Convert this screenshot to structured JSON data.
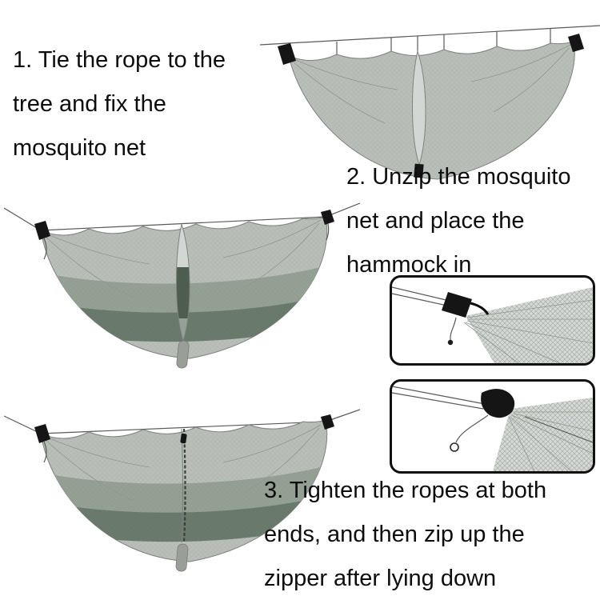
{
  "steps": {
    "step1": {
      "lines": [
        "1. Tie the rope to the",
        "tree and fix the",
        "mosquito net"
      ]
    },
    "step2": {
      "lines": [
        "2. Unzip the mosquito",
        "net and place the",
        "hammock in"
      ]
    },
    "step3": {
      "lines": [
        "3. Tighten the ropes at both",
        "ends, and then zip up the",
        "zipper after lying down"
      ]
    }
  },
  "figures": {
    "fig1": "mosquito net hung on rope with zipper opening",
    "fig2": "unzipped mosquito net with hammock placed inside",
    "fig3": "mosquito net zipped closed over hammock",
    "detail1": "close-up of rope buckle attachment on net",
    "detail2": "close-up of rope knot attachment on net"
  },
  "colors": {
    "ink": "#0d0d0d",
    "bg": "#ffffff",
    "net": "#b9beb9",
    "net_light": "#d3d7d3",
    "net_line": "#7d837d",
    "rope": "#565b56",
    "knot": "#151515",
    "hammock_mid": "#93a093",
    "hammock_dark": "#68786b",
    "hammock_open": "#4d5d4f",
    "tab": "#999e99",
    "panel_border": "#111111"
  }
}
